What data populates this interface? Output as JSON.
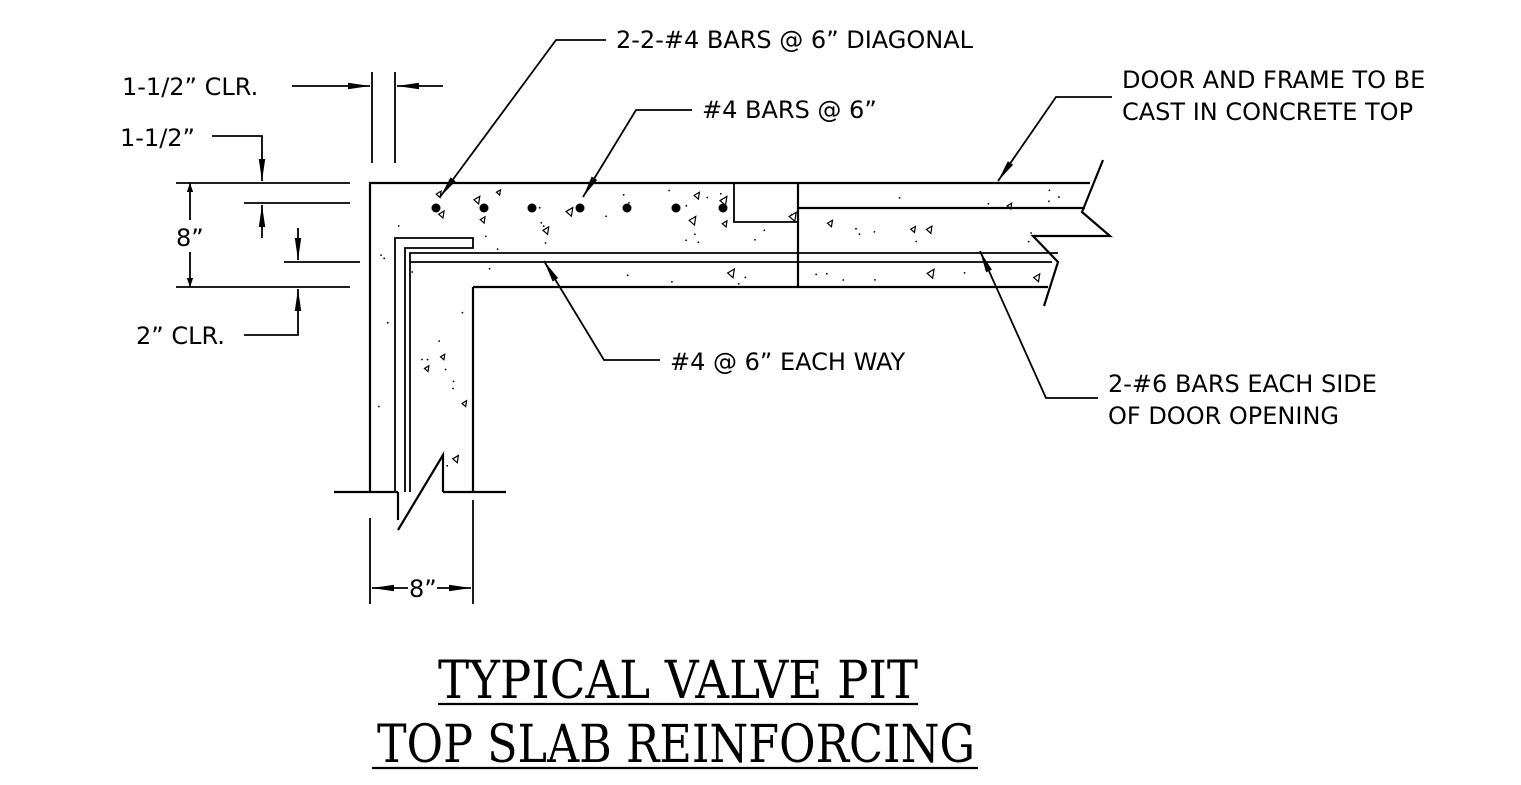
{
  "labels": {
    "diag_bars": "2-2-#4 BARS @ 6” DIAGONAL",
    "bars_4": "#4 BARS @ 6”",
    "door_frame_line1": "DOOR AND FRAME TO BE",
    "door_frame_line2": "CAST IN CONCRETE TOP",
    "clr_1_5_top": "1-1/2” CLR.",
    "dim_1_5": "1-1/2”",
    "dim_8_vert": "8”",
    "clr_2": "2” CLR.",
    "each_way": "#4 @ 6” EACH WAY",
    "bars_6_line1": "2-#6 BARS EACH SIDE",
    "bars_6_line2": "OF DOOR OPENING",
    "dim_8_horiz": "8”"
  },
  "title": {
    "line1": "TYPICAL VALVE PIT",
    "line2": "TOP SLAB REINFORCING"
  }
}
